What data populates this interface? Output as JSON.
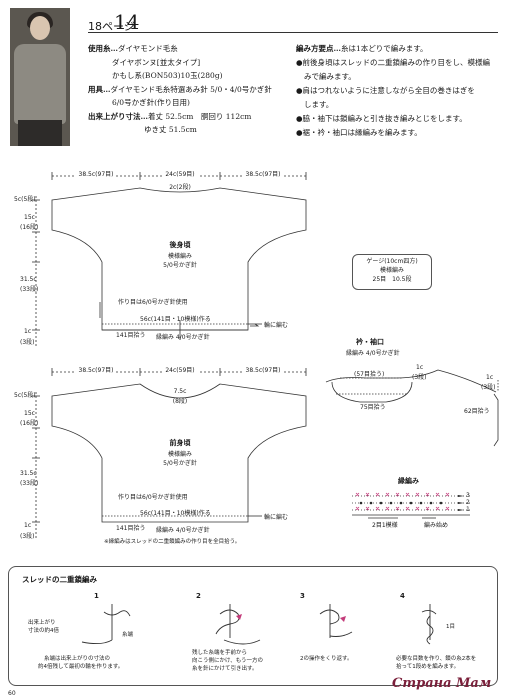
{
  "header": {
    "page_label": "18ページ",
    "pattern_number": "14"
  },
  "materials": {
    "line1_key": "使用糸…",
    "line1_val": "ダイヤモンド毛糸",
    "line2": "ダイヤボンヌ[並太タイプ]",
    "line3": "かもし系(BON503)10玉(280g)",
    "line4_key": "用具…",
    "line4_val": "ダイヤモンド毛糸特選あみ針 5/0・4/0号かぎ針",
    "line5": "6/0号かぎ針(作り目用)",
    "line6_key": "出来上がり寸法…",
    "line6_val": "着丈 52.5cm　胴回り 112cm",
    "line7": "ゆき丈 51.5cm"
  },
  "knitting_points": {
    "title": "編み方要点…",
    "title_tail": "糸は1本どりで編みます。",
    "steps": [
      "●前後身頃はスレッドの二重鎖編みの作り目をし、模様編",
      "みで編みます。",
      "●肩はつれないように注意しながら全目の巻きはぎを",
      "します。",
      "●脇・袖下は鎖編みと引き抜き編みとじをします。",
      "●裾・衿・袖口は縁編みを編みます。"
    ]
  },
  "back_body": {
    "top_left_width": "38.5c(97目)",
    "top_center_width": "24c(59目)",
    "top_right_width": "38.5c(97目)",
    "neck_depth": "2c(2段)",
    "left_dims": [
      "5c(5段)",
      "15c",
      "(16段)",
      "31.5c",
      "(33段)",
      "1c",
      "(3段)"
    ],
    "title": "後身頃",
    "stitch": "模様編み",
    "hook": "5/0号かぎ針",
    "start_note": "作り目は6/0号かぎ針使用",
    "hem_width": "56c(141目・10模様)作る",
    "pickup": "141目拾う",
    "edge_stitch": "縁編み 4/0号かぎ針",
    "wrap": "輪に編む"
  },
  "front_body": {
    "top_left_width": "38.5c(97目)",
    "top_center_width": "24c(59目)",
    "top_right_width": "38.5c(97目)",
    "neck_depth": "7.5c",
    "neck_rows": "(8段)",
    "left_dims": [
      "5c(5段)",
      "15c",
      "(16段)",
      "31.5c",
      "(33段)",
      "1c",
      "(3段)"
    ],
    "title": "前身頃",
    "stitch": "模様編み",
    "hook": "5/0号かぎ針",
    "start_note": "作り目は6/0号かぎ針使用",
    "hem_width": "56c(141目・10模様)作る",
    "pickup": "141目拾う",
    "edge_stitch": "縁編み 4/0号かぎ針",
    "wrap": "輪に編む",
    "note": "※縁編みはスレッドの二重鎖編みの作り目を全目拾う。"
  },
  "gauge": {
    "title": "ゲージ(10cm四方)",
    "stitch": "模様編み",
    "value": "25目　10.5段"
  },
  "collar_cuff": {
    "title": "衿・袖口",
    "stitch": "縁編み 4/0号かぎ針",
    "pick_top": "(57目拾う)",
    "pick_bottom": "75目拾う",
    "depth": "1c",
    "depth_rows": "(3段)",
    "cuff_depth": "1c",
    "cuff_rows": "(3段)",
    "cuff_pick": "62目拾う"
  },
  "edging": {
    "title": "縁編み",
    "rows": [
      "3",
      "2",
      "1"
    ],
    "repeat": "2目1模様",
    "start": "編み始め"
  },
  "thread_chain": {
    "title": "スレッドの二重鎖編み",
    "steps": [
      {
        "num": "1",
        "note1": "出来上がり",
        "note2": "寸法の約4倍",
        "yarn_end": "糸端",
        "desc1": "糸端は出来上がりの寸法の",
        "desc2": "約4倍残して最初の輪を作ります。"
      },
      {
        "num": "2",
        "desc1": "残した糸端を手前から",
        "desc2": "向こう側にかけ、もう一方の",
        "desc3": "糸を針にかけて引き出す。"
      },
      {
        "num": "3",
        "desc1": "2の操作をくり返す。"
      },
      {
        "num": "4",
        "mark": "1目",
        "desc1": "必要な目数を作り、鎖の糸2本を",
        "desc2": "拾って1段めを編みます。"
      }
    ]
  },
  "footer": {
    "page_number": "60",
    "watermark": "Страна Мам"
  }
}
